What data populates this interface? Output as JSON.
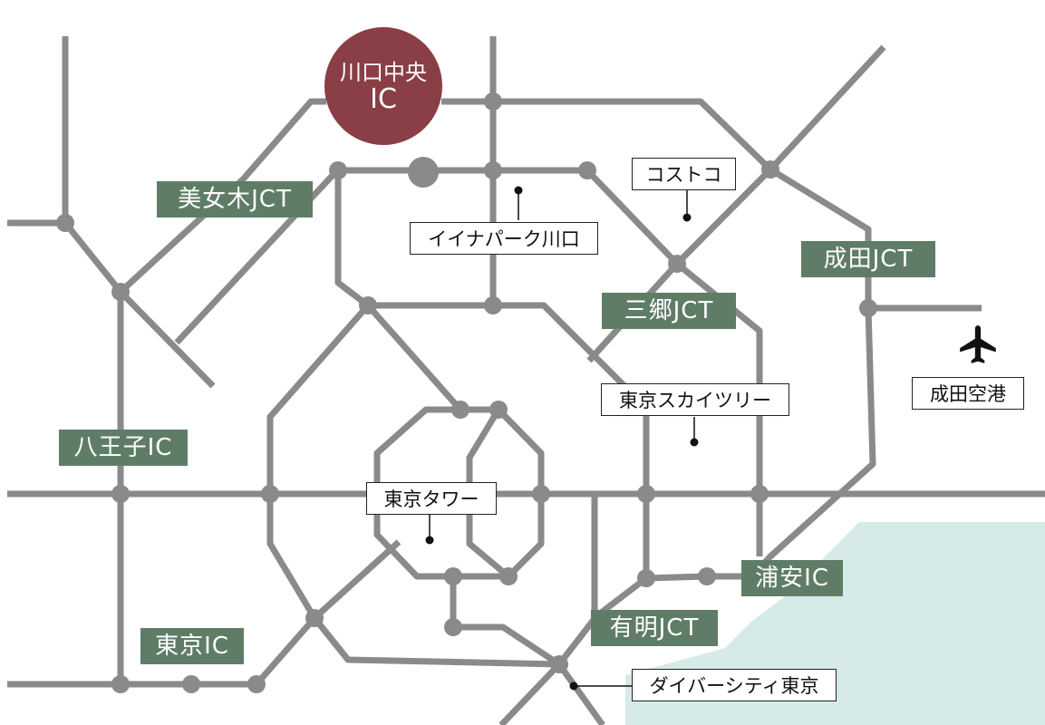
{
  "highlight": {
    "ic_name": "川口中央",
    "ic_suffix": "IC"
  },
  "junctions": {
    "biyogi": "美女木JCT",
    "misato": "三郷JCT",
    "narita": "成田JCT",
    "ariake": "有明JCT"
  },
  "interchanges": {
    "hachioji": "八王子IC",
    "tokyo": "東京IC",
    "urayasu": "浦安IC"
  },
  "landmarks": {
    "costco": "コストコ",
    "iinapark": "イイナパーク川口",
    "skytree": "東京スカイツリー",
    "tower": "東京タワー",
    "diver_city": "ダイバーシティ東京",
    "narita_airport": "成田空港"
  },
  "icons": {
    "airport": "airplane-icon"
  },
  "colors": {
    "road": "#8a8a8a",
    "highlight": "#8a3e45",
    "label_green": "#5f7c67",
    "sea": "#d6ebe7"
  }
}
